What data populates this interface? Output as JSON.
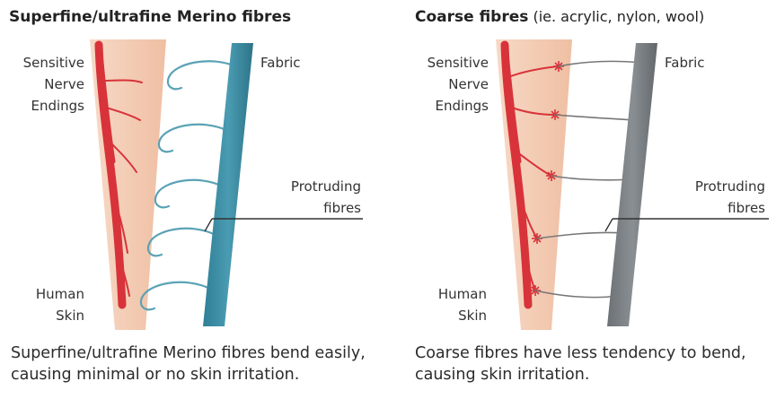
{
  "left": {
    "title": "Superfine/ultrafine Merino fibres",
    "labels": {
      "nerve_1": "Sensitive",
      "nerve_2": "Nerve",
      "nerve_3": "Endings",
      "fabric": "Fabric",
      "protruding_1": "Protruding",
      "protruding_2": "fibres",
      "skin_1": "Human",
      "skin_2": "Skin"
    },
    "caption": "Superfine/ultrafine Merino fibres bend easily, causing minimal or no skin irritation."
  },
  "right": {
    "title": "Coarse fibres",
    "title_sub": " (ie. acrylic, nylon, wool)",
    "labels": {
      "nerve_1": "Sensitive",
      "nerve_2": "Nerve",
      "nerve_3": "Endings",
      "fabric": "Fabric",
      "protruding_1": "Protruding",
      "protruding_2": "fibres",
      "skin_1": "Human",
      "skin_2": "Skin"
    },
    "caption": "Coarse fibres have less tendency to bend, causing skin irritation."
  },
  "colors": {
    "skin": "#f3c9b0",
    "nerve": "#d8333a",
    "merino_fabric": "#3e8da3",
    "coarse_fabric": "#7a7f83",
    "fibre_merino": "#5aa2b5",
    "fibre_coarse": "#777777"
  }
}
